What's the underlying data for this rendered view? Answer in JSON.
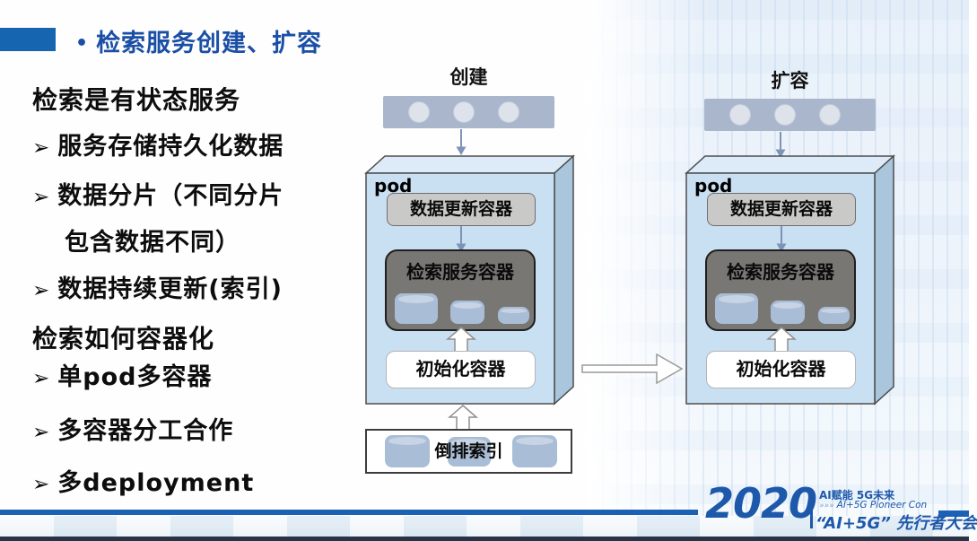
{
  "slide": {
    "title_bullet": "•",
    "title": "检索服务创建、扩容",
    "accent_blue": "#1b4fa5"
  },
  "left_panel": {
    "bullet": "➢",
    "heading1": "检索是有状态服务",
    "item1": "服务存储持久化数据",
    "item2_line1": "数据分片（不同分片",
    "item2_line2": "包含数据不同）",
    "item3": "数据持续更新(索引)",
    "heading2": "检索如何容器化",
    "item4": "单pod多容器",
    "item5": "多容器分工合作",
    "item6": "多deployment"
  },
  "diagrams": {
    "create": {
      "title": "创建",
      "pod_label": "pod",
      "update_container": "数据更新容器",
      "search_container": "检索服务容器",
      "init_container": "初始化容器",
      "source_label": "倒排索引"
    },
    "scale": {
      "title": "扩容",
      "pod_label": "pod",
      "update_container": "数据更新容器",
      "search_container": "检索服务容器",
      "init_container": "初始化容器"
    }
  },
  "footer": {
    "year": "2020",
    "tagline_cn": "AI赋能 5G未来",
    "tagline_en_prefix": "»»»",
    "tagline_en": "AI+5G Pioneer Con",
    "event_name": "“AI+5G” 先行者大会",
    "blue": "#1d58ab"
  },
  "colors": {
    "title_marker": "#1565b0",
    "service_bar": "#a9b6cc",
    "pod_front": "#c9dff2",
    "pod_top": "#dcebf7",
    "pod_side": "#a9c6dd",
    "update_container_fill": "#c9c9c7",
    "search_container_fill": "#787774",
    "cylinder": "#a9bdd6",
    "footer_line": "#1b62b6"
  }
}
